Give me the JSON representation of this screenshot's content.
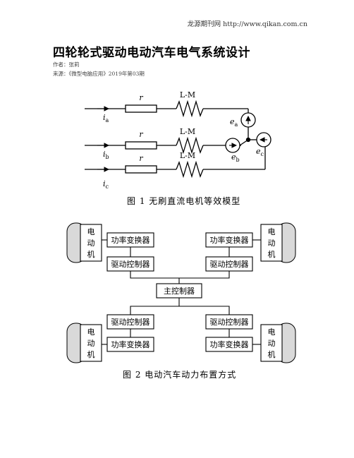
{
  "header": {
    "site": "龙源期刊网 http://www.qikan.com.cn"
  },
  "article": {
    "title": "四轮轮式驱动电动汽车电气系统设计",
    "author": "作者：张莉",
    "source": "来源：《微型电脑应用》2019年第03期"
  },
  "figure1": {
    "caption": "图 1   无刷直流电机等效模型",
    "resistor_label": "r",
    "inductor_label": "L-M",
    "currents": [
      "i",
      "i",
      "i"
    ],
    "current_subs": [
      "a",
      "b",
      "c"
    ],
    "emfs": [
      "e",
      "e",
      "e"
    ],
    "emf_subs": [
      "a",
      "b",
      "c"
    ]
  },
  "figure2": {
    "caption": "图 2   电动汽车动力布置方式",
    "motor_chars": [
      "电",
      "动",
      "机"
    ],
    "power_converter": "功率变换器",
    "drive_controller": "驱动控制器",
    "main_controller": "主控制器"
  }
}
